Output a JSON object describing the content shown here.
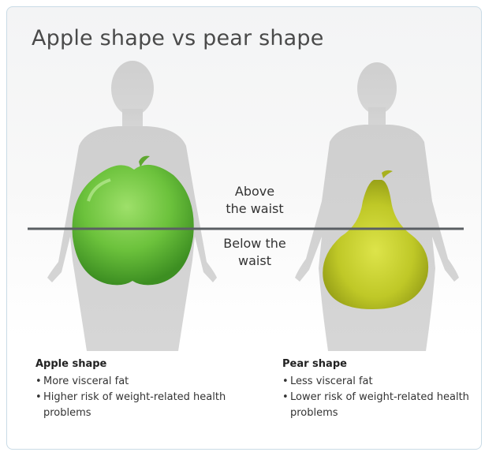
{
  "title": "Apple shape vs pear shape",
  "waist_labels": {
    "above": [
      "Above",
      "the waist"
    ],
    "below": [
      "Below the",
      "waist"
    ]
  },
  "apple": {
    "heading": "Apple shape",
    "bullets": [
      "More visceral fat",
      "Higher risk of weight-related health problems"
    ],
    "color": "#6fc23f"
  },
  "pear": {
    "heading": "Pear shape",
    "bullets": [
      "Less visceral fat",
      "Lower risk of weight-related health problems"
    ],
    "color": "#c2cc2a"
  },
  "colors": {
    "silhouette": "#cfcfcf",
    "waist_line": "#5a5f63",
    "frame_border": "#c9dbe6"
  }
}
